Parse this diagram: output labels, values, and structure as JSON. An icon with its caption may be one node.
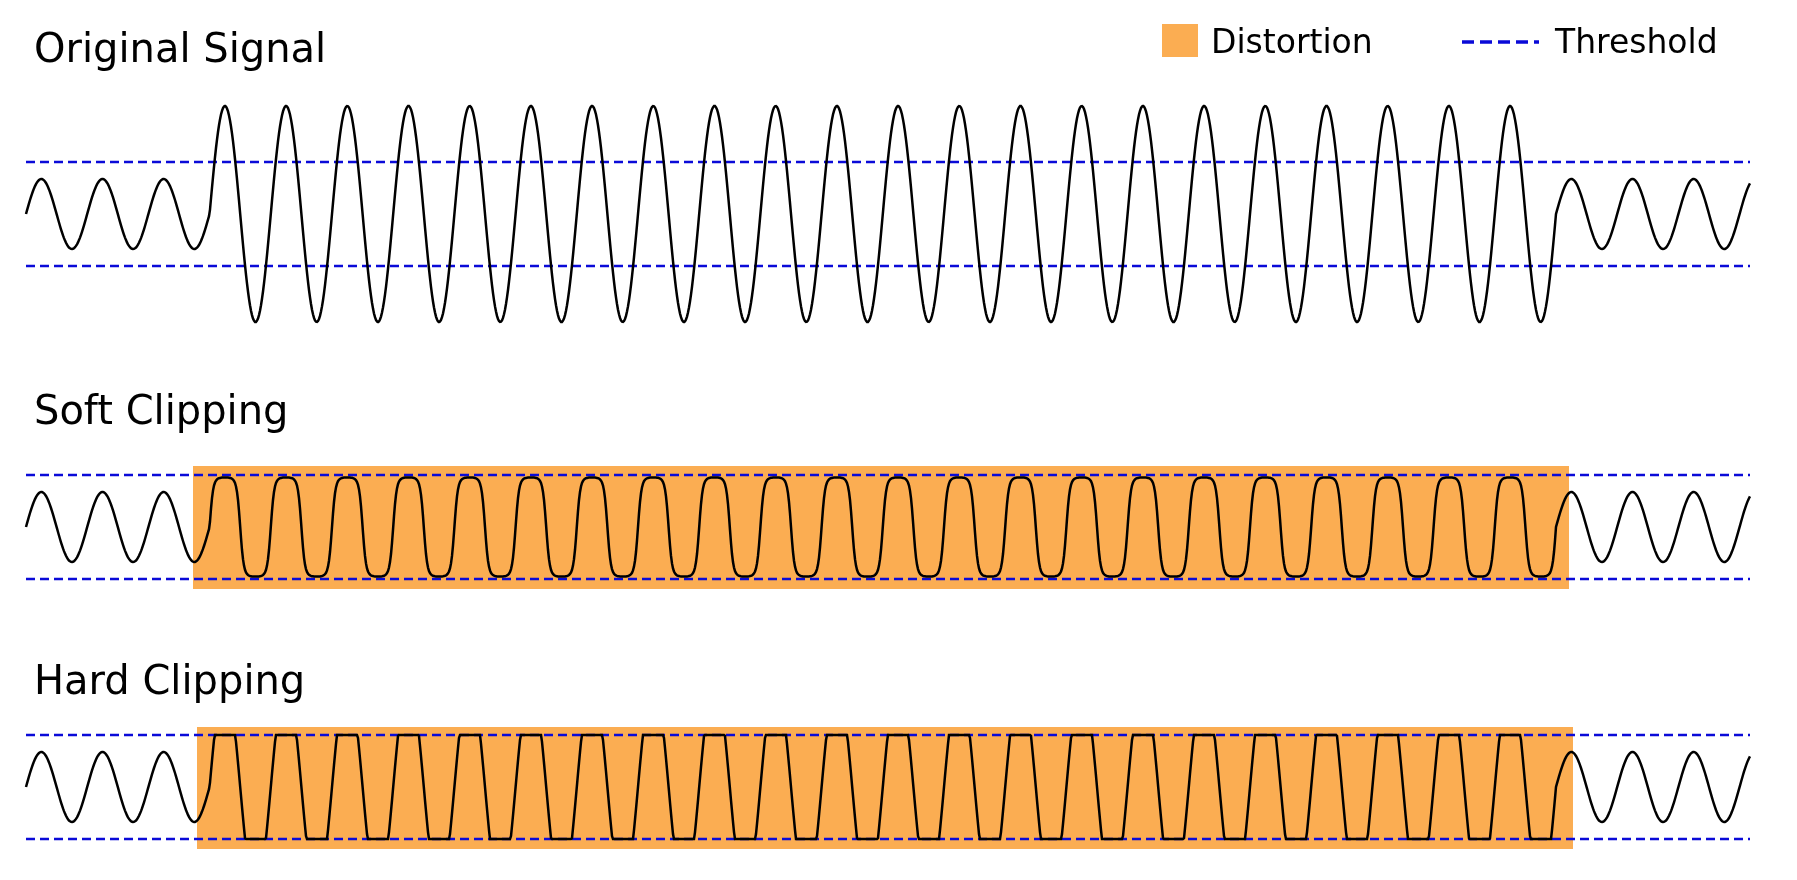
{
  "diagram": {
    "labels": [
      "Original Signal",
      "Soft Clipping",
      "Hard Clipping"
    ],
    "legend": [
      {
        "text": "Distortion",
        "color": "#fbad52"
      },
      {
        "text": "Threshold"
      }
    ]
  }
}
